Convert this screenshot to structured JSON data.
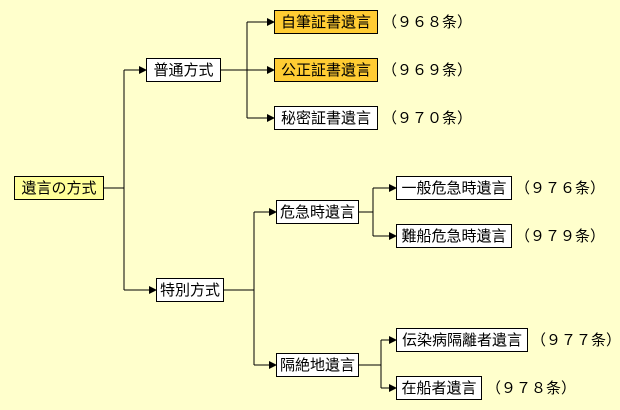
{
  "diagram": {
    "root": {
      "label": "遺言の方式"
    },
    "ordinary": {
      "label": "普通方式",
      "items": [
        {
          "label": "自筆証書遺言",
          "article": "（９６８条）",
          "highlight": true
        },
        {
          "label": "公正証書遺言",
          "article": "（９６９条）",
          "highlight": true
        },
        {
          "label": "秘密証書遺言",
          "article": "（９７０条）",
          "highlight": false
        }
      ]
    },
    "special": {
      "label": "特別方式",
      "crisis": {
        "label": "危急時遺言",
        "items": [
          {
            "label": "一般危急時遺言",
            "article": "（９７６条）"
          },
          {
            "label": "難船危急時遺言",
            "article": "（９７９条）"
          }
        ]
      },
      "isolated": {
        "label": "隔絶地遺言",
        "items": [
          {
            "label": "伝染病隔離者遺言",
            "article": "（９７７条）"
          },
          {
            "label": "在船者遺言",
            "article": "（９７８条）"
          }
        ]
      }
    }
  }
}
